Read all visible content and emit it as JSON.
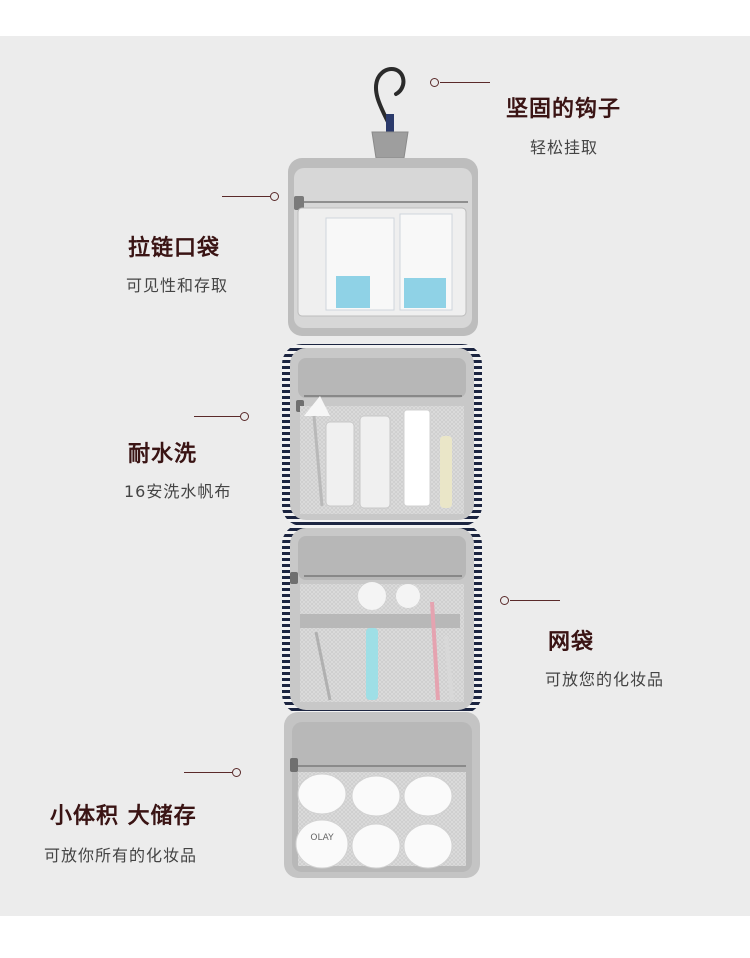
{
  "callouts": [
    {
      "id": "hook",
      "title": "坚固的钩子",
      "subtitle": "轻松挂取"
    },
    {
      "id": "zip-pocket",
      "title": "拉链口袋",
      "subtitle": "可见性和存取"
    },
    {
      "id": "washable",
      "title": "耐水洗",
      "subtitle": "16安洗水帆布"
    },
    {
      "id": "mesh-pocket",
      "title": "网袋",
      "subtitle": "可放您的化妆品"
    },
    {
      "id": "capacity",
      "title": "小体积 大储存",
      "subtitle": "可放你所有的化妆品"
    }
  ],
  "product_labels": {
    "jar_brand": "OLAY"
  },
  "colors": {
    "accent": "#3a1414",
    "leader": "#5a2a2a",
    "background": "#ececec",
    "bag_gray": "#c4c4c4",
    "stripe_navy": "#1c2541"
  }
}
